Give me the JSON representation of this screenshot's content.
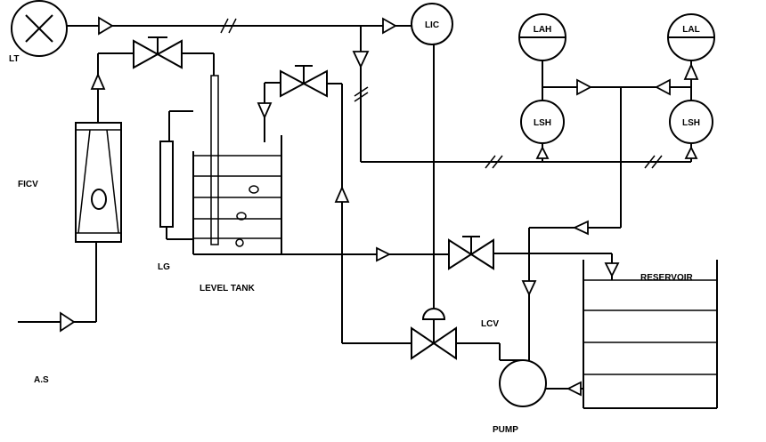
{
  "labels": {
    "lt": "LT",
    "ficv": "FICV",
    "lg": "LG",
    "level_tank": "LEVEL TANK",
    "as": "A.S",
    "lic": "LIC",
    "lah": "LAH",
    "lal": "LAL",
    "lsh_left": "LSH",
    "lsh_right": "LSH",
    "reservoir": "RESERVOIR",
    "lcv": "LCV",
    "pump": "PUMP"
  }
}
